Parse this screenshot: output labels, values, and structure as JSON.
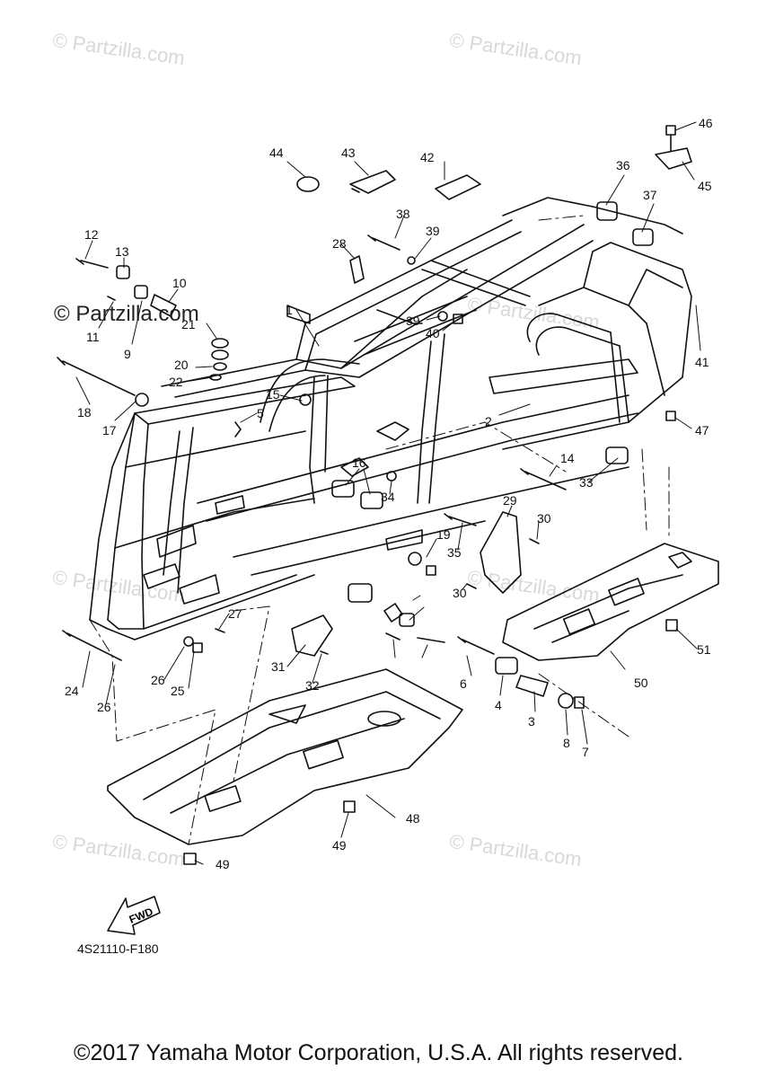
{
  "watermarks": {
    "wm1": "© Partzilla.com",
    "wm2": "© Partzilla.com",
    "wm3": "© Partzilla.com",
    "wm4": "© Partzilla.com",
    "wm5": "© Partzilla.com",
    "wm6": "© Partzilla.com",
    "wm7": "© Partzilla.com",
    "wm8": "© Partzilla.com"
  },
  "fwd_label": "FWD",
  "diagram_code": "4S21110-F180",
  "copyright": "©2017 Yamaha Motor Corporation, U.S.A. All rights reserved.",
  "callouts": [
    "1",
    "2",
    "3",
    "4",
    "5",
    "6",
    "7",
    "8",
    "9",
    "10",
    "11",
    "12",
    "13",
    "14",
    "15",
    "16",
    "17",
    "18",
    "19",
    "20",
    "21",
    "22",
    "24",
    "25",
    "26",
    "27",
    "28",
    "29",
    "30",
    "31",
    "32",
    "33",
    "34",
    "35",
    "36",
    "37",
    "38",
    "39",
    "40",
    "41",
    "42",
    "43",
    "44",
    "45",
    "46",
    "47",
    "48",
    "49",
    "50",
    "51"
  ]
}
